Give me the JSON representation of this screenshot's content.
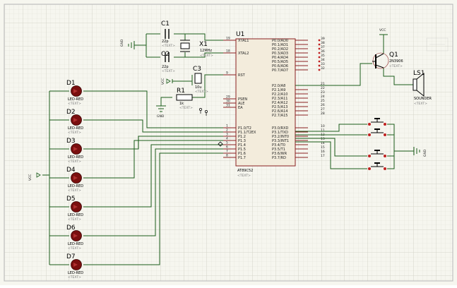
{
  "colors": {
    "grid_minor": "#e1e1d7",
    "grid_major": "#cfcfc2",
    "wire": "#1a5c1a",
    "chip_fill": "#f3ecdc",
    "chip_border": "#8a2020",
    "led": "#7a0f0f",
    "text": "#000000",
    "hidden_text": "#7a7a7a",
    "frame": "#b8b8b8",
    "wire_end": "#c02020"
  },
  "mcu": {
    "ref": "U1",
    "part": "AT89C52",
    "text_tag": "<TEXT>",
    "left_pins": [
      {
        "num": "19",
        "name": "XTAL1"
      },
      {
        "num": "18",
        "name": "XTAL2"
      },
      {
        "num": "9",
        "name": "RST"
      },
      {
        "num": "29",
        "name": "PSEN"
      },
      {
        "num": "30",
        "name": "ALE"
      },
      {
        "num": "31",
        "name": "EA"
      },
      {
        "num": "1",
        "name": "P1.0/T2"
      },
      {
        "num": "2",
        "name": "P1.1/T2EX"
      },
      {
        "num": "3",
        "name": "P1.2"
      },
      {
        "num": "4",
        "name": "P1.3"
      },
      {
        "num": "5",
        "name": "P1.4"
      },
      {
        "num": "6",
        "name": "P1.5"
      },
      {
        "num": "7",
        "name": "P1.6"
      },
      {
        "num": "8",
        "name": "P1.7"
      }
    ],
    "right_pins": [
      {
        "num": "39",
        "name": "P0.0/AD0"
      },
      {
        "num": "38",
        "name": "P0.1/AD1"
      },
      {
        "num": "37",
        "name": "P0.2/AD2"
      },
      {
        "num": "36",
        "name": "P0.3/AD3"
      },
      {
        "num": "35",
        "name": "P0.4/AD4"
      },
      {
        "num": "34",
        "name": "P0.5/AD5"
      },
      {
        "num": "33",
        "name": "P0.6/AD6"
      },
      {
        "num": "32",
        "name": "P0.7/AD7"
      },
      {
        "num": "21",
        "name": "P2.0/A8"
      },
      {
        "num": "22",
        "name": "P2.1/A9"
      },
      {
        "num": "23",
        "name": "P2.2/A10"
      },
      {
        "num": "24",
        "name": "P2.3/A11"
      },
      {
        "num": "25",
        "name": "P2.4/A12"
      },
      {
        "num": "26",
        "name": "P2.5/A13"
      },
      {
        "num": "27",
        "name": "P2.6/A14"
      },
      {
        "num": "28",
        "name": "P2.7/A15"
      },
      {
        "num": "10",
        "name": "P3.0/RXD"
      },
      {
        "num": "11",
        "name": "P3.1/TXD"
      },
      {
        "num": "12",
        "name": "P3.2/INT0"
      },
      {
        "num": "13",
        "name": "P3.3/INT1"
      },
      {
        "num": "14",
        "name": "P3.4/T0"
      },
      {
        "num": "15",
        "name": "P3.5/T1"
      },
      {
        "num": "16",
        "name": "P3.6/WR"
      },
      {
        "num": "17",
        "name": "P3.7/RD"
      }
    ]
  },
  "components": {
    "c1": {
      "ref": "C1",
      "value": "22p",
      "text": "<TEXT>"
    },
    "c2": {
      "ref": "C2",
      "value": "22p",
      "text": "<TEXT>"
    },
    "c3": {
      "ref": "C3",
      "value": "10u",
      "text": "<TEXT>"
    },
    "x1": {
      "ref": "X1",
      "value": "12MHz",
      "text": "<TEXT>"
    },
    "r1": {
      "ref": "R1",
      "value": "1k",
      "text": "<TEXT>"
    },
    "q1": {
      "ref": "Q1",
      "value": "2N3906",
      "text": "<TEXT>"
    },
    "ls1": {
      "ref": "LS1",
      "value": "SOUNDER",
      "text": "<TEXT>"
    }
  },
  "leds": [
    {
      "ref": "D1",
      "value": "LED-RED",
      "text": "<TEXT>"
    },
    {
      "ref": "D2",
      "value": "LED-RED",
      "text": "<TEXT>"
    },
    {
      "ref": "D3",
      "value": "LED-RED",
      "text": "<TEXT>"
    },
    {
      "ref": "D4",
      "value": "LED-RED",
      "text": "<TEXT>"
    },
    {
      "ref": "D5",
      "value": "LED-RED",
      "text": "<TEXT>"
    },
    {
      "ref": "D6",
      "value": "LED-RED",
      "text": "<TEXT>"
    },
    {
      "ref": "D7",
      "value": "LED-RED",
      "text": "<TEXT>"
    }
  ],
  "power": {
    "vcc_top": "VCC",
    "vcc_rst": "VCC",
    "vcc_left": "VCC",
    "gnd_xtal": "GND",
    "gnd_rst": "GND",
    "gnd_keys": "GND"
  },
  "icons": {
    "watermark": "faint-stamp-icon",
    "junction": "diamond-junction-icon"
  }
}
